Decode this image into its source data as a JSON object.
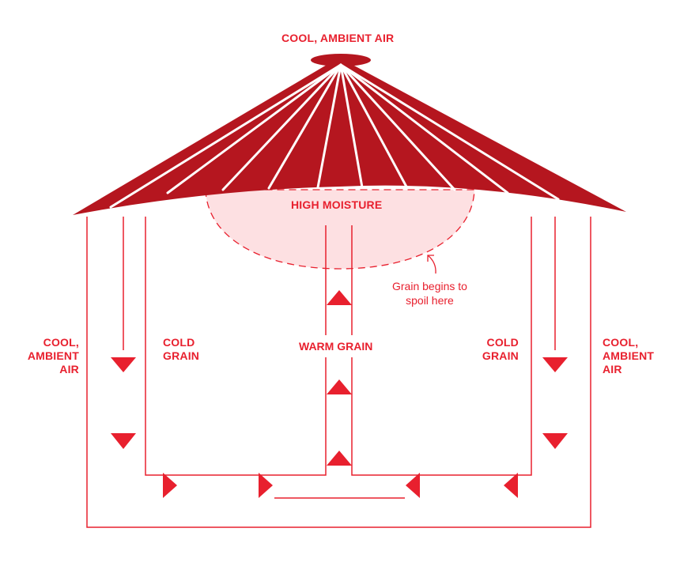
{
  "labels": {
    "top_air": "COOL, AMBIENT AIR",
    "high_moisture": "HIGH MOISTURE",
    "spoil_note_line1": "Grain begins to",
    "spoil_note_line2": "spoil here",
    "warm_grain": "WARM GRAIN",
    "left_air": [
      "COOL,",
      "AMBIENT",
      "AIR"
    ],
    "right_air": [
      "COOL,",
      "AMBIENT",
      "AIR"
    ],
    "left_cold": [
      "COLD",
      "GRAIN"
    ],
    "right_cold": [
      "COLD",
      "GRAIN"
    ]
  },
  "colors": {
    "accent": "#e8202e",
    "roof": "#b5161f",
    "moisture_fill": "#fde0e2"
  }
}
